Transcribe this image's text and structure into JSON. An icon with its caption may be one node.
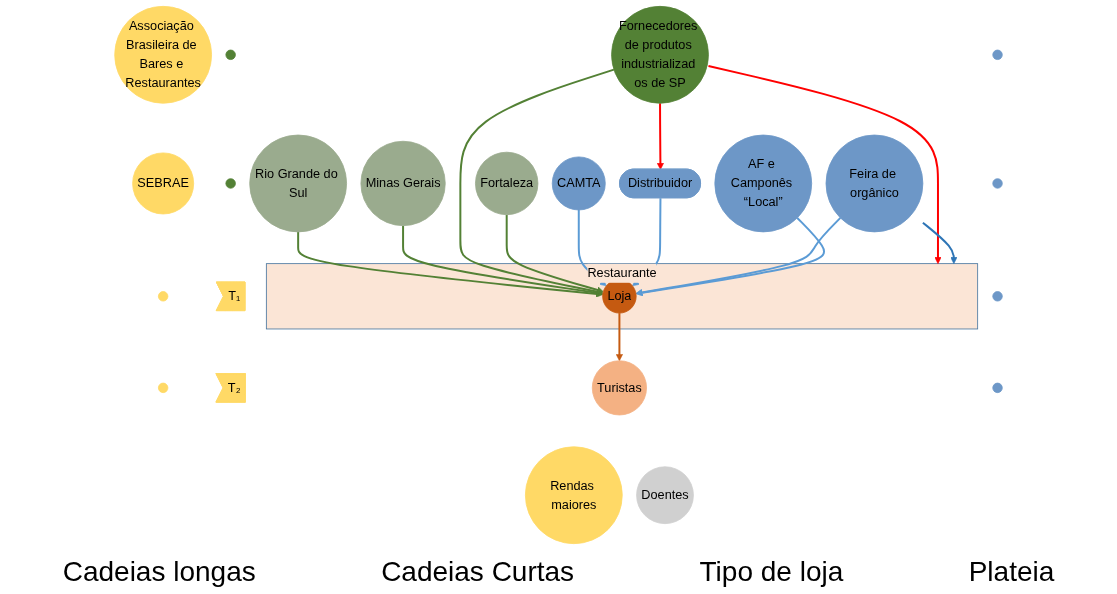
{
  "diagram": {
    "nodes": [
      {
        "text": [
          "Rio Grande do Sul"
        ]
      },
      {
        "text": [
          "Associação Brasileira de Bares e Restaurantes"
        ]
      },
      {
        "text": [
          "Restaurante"
        ]
      },
      {
        "text": [
          "SEBRAE"
        ]
      },
      {
        "text": [
          "Minas Gerais"
        ]
      },
      {
        "text": [],
        "shape": "circle"
      },
      {
        "text": [],
        "shape": "circle"
      },
      {
        "text": [],
        "shape": "circle"
      },
      {
        "text": [],
        "shape": "circle"
      },
      {
        "text": [
          "Fornecedores de produtos industrializad os de SP"
        ]
      },
      {
        "text": [
          "T₁"
        ]
      },
      {
        "text": [
          "T₂"
        ]
      },
      {
        "text": [
          "Turistas"
        ]
      },
      {
        "text": [
          "Distribuidor"
        ]
      },
      {
        "text": [],
        "shape": "circle"
      },
      {
        "text": [
          "CAMTA"
        ]
      },
      {
        "text": [
          "Loja"
        ],
        "in": 2
      },
      {
        "text": [
          "Fortaleza"
        ]
      },
      {
        "text": [],
        "shape": "circle"
      },
      {
        "text": [],
        "shape": "circle"
      },
      {
        "text": [],
        "shape": "circle"
      },
      {
        "text": [
          "Rendas maiores"
        ]
      },
      {
        "text": [
          "Doentes"
        ]
      },
      {
        "text": [
          "Feira de orgânico"
        ]
      },
      {
        "text": [
          "AF e Camponês “Local”"
        ]
      }
    ],
    "edges": [
      {
        "from": 0,
        "to": 16,
        "arrow": "to",
        "color": "#538135"
      },
      {
        "from": 4,
        "to": 16,
        "arrow": "to",
        "color": "#538135"
      },
      {
        "from": 9,
        "to": 16,
        "arrow": "to",
        "color": "#538135"
      },
      {
        "from": 17,
        "to": 16,
        "arrow": "to",
        "color": "#538135"
      },
      {
        "from": 9,
        "to": 2,
        "arrow": "to",
        "color": "#ff0000"
      },
      {
        "from": 9,
        "to": 13,
        "arrow": "to",
        "color": "#ff0000"
      },
      {
        "from": 23,
        "to": 2,
        "arrow": "to",
        "color": "#2e75b6"
      },
      {
        "from": 15,
        "to": 16,
        "arrow": "to",
        "color": "#5b9bd5"
      },
      {
        "from": 13,
        "to": 16,
        "arrow": "to",
        "color": "#5b9bd5"
      },
      {
        "from": 23,
        "to": 16,
        "arrow": "to",
        "color": "#5b9bd5"
      },
      {
        "from": 24,
        "to": 16,
        "arrow": "to",
        "color": "#5b9bd5"
      },
      {
        "from": 16,
        "to": 12,
        "arrow": "to",
        "color": "#c55a11"
      }
    ],
    "labels": [
      "Cadeias longas",
      "Cadeias Curtas",
      "Tipo de loja",
      "Plateia"
    ]
  }
}
